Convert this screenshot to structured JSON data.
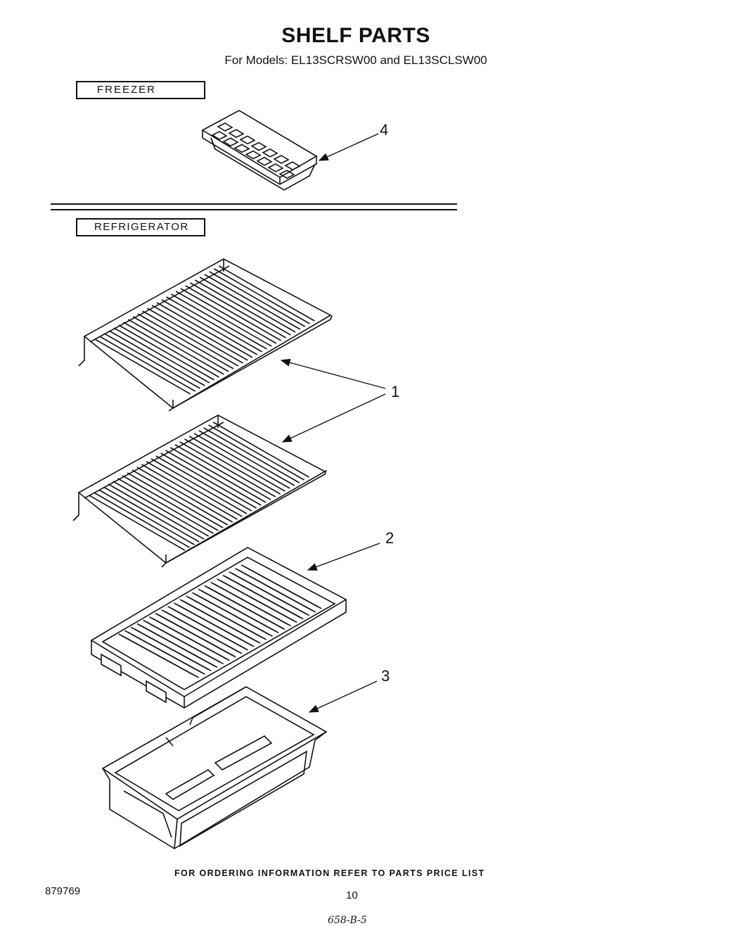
{
  "header": {
    "title": "SHELF PARTS",
    "subtitle": "For Models: EL13SCRSW00 and EL13SCLSW00"
  },
  "sections": {
    "freezer": "FREEZER",
    "refrigerator": "REFRIGERATOR"
  },
  "callouts": {
    "ice_tray": "4",
    "wire_shelf": "1",
    "crisper_cover": "2",
    "crisper_pan": "3"
  },
  "footer": {
    "ordering_note": "FOR ORDERING INFORMATION REFER TO PARTS PRICE LIST",
    "doc_number": "879769",
    "page_number": "10",
    "handwritten_code": "658-B-5"
  }
}
